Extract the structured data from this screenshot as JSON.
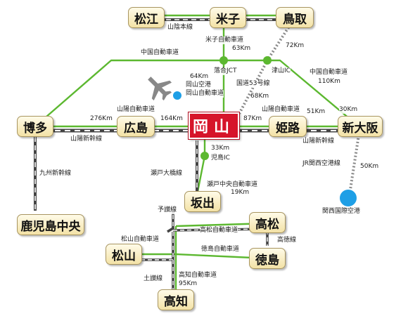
{
  "cities": {
    "matsue": "松江",
    "yonago": "米子",
    "tottori": "鳥取",
    "hakata": "博多",
    "hiroshima": "広島",
    "okayama": "岡山",
    "himeji": "姫路",
    "shin_osaka": "新大阪",
    "kagoshima_chuo": "鹿児島中央",
    "sakaide": "坂出",
    "takamatsu": "高松",
    "matsuyama": "松山",
    "tokushima": "徳島",
    "kochi": "高知"
  },
  "places": {
    "okayama_airport": "岡山空港",
    "kansai_airport": "関西国際空港",
    "ochiai_jct": "落合JCT",
    "tsuyama_ic": "津山IC",
    "kojima_ic": "児島IC"
  },
  "routes": {
    "sanin_line": "山陰本線",
    "yonago_expressway": "米子自動車道",
    "chugoku_expressway_left": "中国自動車道",
    "chugoku_expressway_right": "中国自動車道",
    "route53": "国道53号線",
    "okayama_expressway": "岡山自動車道",
    "sanyo_expressway_left": "山陽自動車道",
    "sanyo_expressway_right": "山陽自動車道",
    "sanyo_shinkansen_left": "山陽新幹線",
    "sanyo_shinkansen_right": "山陽新幹線",
    "kyushu_shinkansen": "九州新幹線",
    "seto_ohashi_line": "瀬戸大橋線",
    "seto_chuo_expressway": "瀬戸中央自動車道",
    "jr_kansai_airport_line": "JR関西空港線",
    "yosan_line": "予讃線",
    "takamatsu_expressway": "高松自動車道",
    "matsuyama_expressway": "松山自動車道",
    "tokushima_expressway": "徳島自動車道",
    "kotoku_line": "高徳線",
    "dosan_line": "土讃線",
    "kochi_expressway": "高知自動車道"
  },
  "distances": {
    "d63": "63Km",
    "d72": "72Km",
    "d110": "110Km",
    "d64": "64Km",
    "d68": "68Km",
    "d276": "276Km",
    "d164": "164Km",
    "d87": "87Km",
    "d51": "51Km",
    "d30": "30Km",
    "d33": "33Km",
    "d19": "19Km",
    "d50": "50Km",
    "d95": "95Km"
  },
  "colors": {
    "expressway": "#5cb830",
    "railway": "#444444",
    "shinkansen_outline": "#444444",
    "okayama_box": "#d6142a",
    "airport_dot": "#1e9fe6",
    "airplane": "#888888"
  },
  "icons": {
    "airplane": "airplane-icon",
    "okayama_airport_dot": "airport-dot-icon",
    "kansai_airport_dot": "airport-dot-icon"
  }
}
